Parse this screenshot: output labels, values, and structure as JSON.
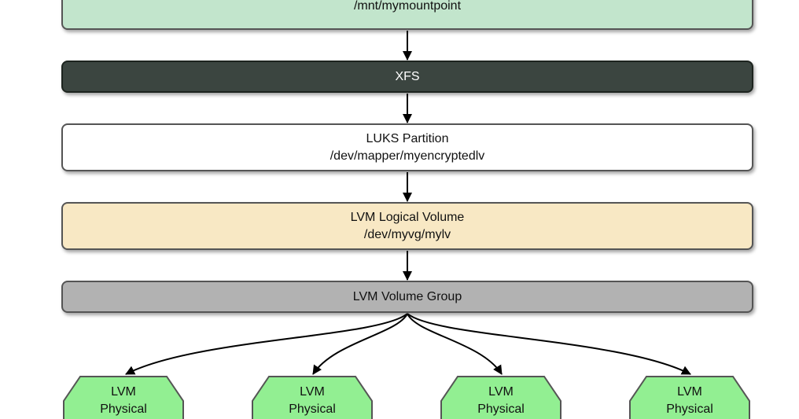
{
  "colors": {
    "mount_fill": "#c2e5cc",
    "xfs_fill": "#3b4540",
    "xfs_text": "#ffffff",
    "luks_fill": "#ffffff",
    "lv_fill": "#f8e8c4",
    "vg_fill": "#b2b2b2",
    "pv_fill": "#92ef92",
    "border": "#555555",
    "arrow": "#000000"
  },
  "nodes": {
    "mount": {
      "line1": "",
      "line2": "/mnt/mymountpoint"
    },
    "xfs": {
      "label": "XFS"
    },
    "luks": {
      "line1": "LUKS Partition",
      "line2": "/dev/mapper/myencryptedlv"
    },
    "lv": {
      "line1": "LVM Logical Volume",
      "line2": "/dev/myvg/mylv"
    },
    "vg": {
      "label": "LVM Volume Group"
    },
    "pvs": [
      {
        "line1": "LVM",
        "line2": "Physical"
      },
      {
        "line1": "LVM",
        "line2": "Physical"
      },
      {
        "line1": "LVM",
        "line2": "Physical"
      },
      {
        "line1": "LVM",
        "line2": "Physical"
      }
    ]
  }
}
